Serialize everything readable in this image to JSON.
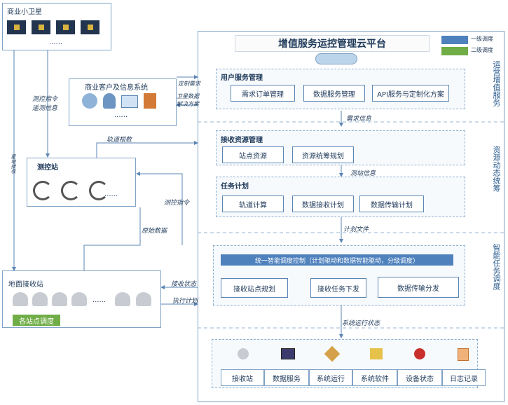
{
  "satellite": {
    "title": "商业小卫星",
    "ellipsis": "......"
  },
  "customer_system": {
    "title": "商业客户及信息系统",
    "ellipsis": "......"
  },
  "control_station": {
    "title": "测控站",
    "ellipsis": "......"
  },
  "ground_station": {
    "title": "地面接收站",
    "ellipsis": "......",
    "dispatch_label": "各站点调度"
  },
  "platform": {
    "title": "增值服务运控管理云平台"
  },
  "legend": {
    "level1": "一级调度",
    "level2": "二级调度",
    "level1_color": "#4f81bd",
    "level2_color": "#70ad47"
  },
  "side_labels": {
    "ops": "运营增值服务",
    "resource": "资源动态统筹",
    "dispatch": "智能任务调度"
  },
  "user_service": {
    "title": "用户服务管理",
    "items": [
      "需求订单管理",
      "数据服务管理",
      "API服务与定制化方案"
    ]
  },
  "resource_mgmt": {
    "title": "接收资源管理",
    "items": [
      "站点资源",
      "资源统筹规划"
    ]
  },
  "task_plan": {
    "title": "任务计划",
    "items": [
      "轨道计算",
      "数据接收计划",
      "数据传输计划"
    ]
  },
  "smart_dispatch": {
    "title": "统一智能调度控制（计划驱动和数据智能驱动，分级调度）",
    "items": [
      "接收站点规划",
      "接收任务下发",
      "数据传输分发"
    ]
  },
  "system_status_items": [
    "接收站",
    "数据服务",
    "系统运行",
    "系统软件",
    "设备状态",
    "日志记录"
  ],
  "flows": {
    "telemetry": "测控指令\n遥测信息",
    "custom_needs": "定制需求",
    "sat_data": "卫星数据\n解决方案",
    "orbit_root": "轨道根数",
    "downlink": "星地接收",
    "raw_data": "原始数据",
    "ctrl_cmd": "测控指令",
    "demand_info": "需求信息",
    "station_info": "测站信息",
    "plan_doc": "计划文件",
    "recv_status": "接收状态",
    "exec_plan": "执行计划",
    "sys_status": "系统运行状态"
  }
}
